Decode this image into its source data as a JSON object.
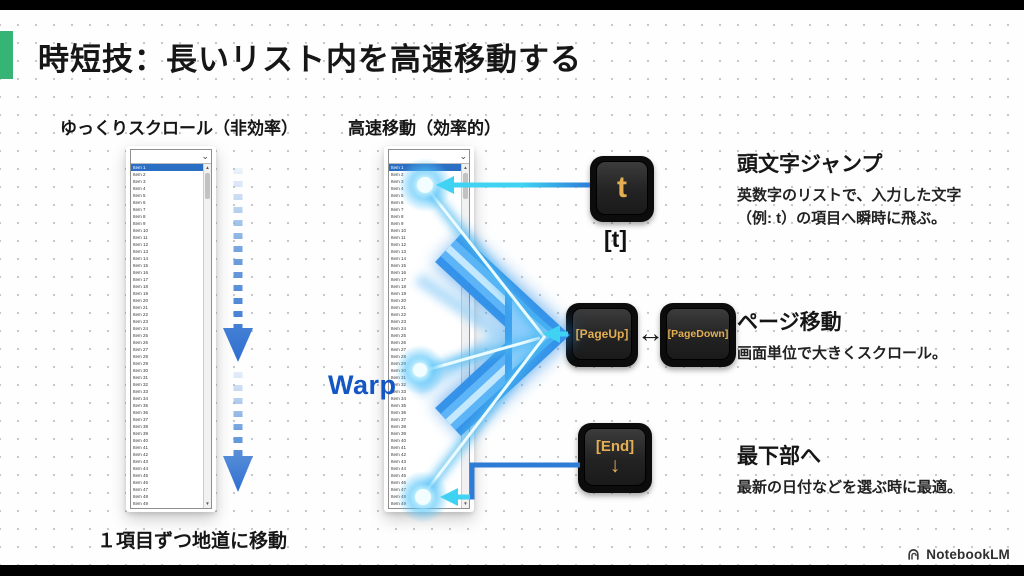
{
  "slide": {
    "title": "時短技：長いリスト内を高速移動する"
  },
  "left_panel": {
    "header": "ゆっくりスクロール（非効率）",
    "caption": "１項目ずつ地道に移動",
    "list": {
      "item_prefix": "Item",
      "count": 50,
      "selected_index": 0
    }
  },
  "right_panel": {
    "header": "高速移動（効率的）",
    "warp_label": "Warp",
    "list": {
      "item_prefix": "Item",
      "count": 50,
      "selected_index": 0
    }
  },
  "keys": {
    "t_cap": "t",
    "t_label_below": "[t]",
    "pageup": "[PageUp]",
    "pagedown": "[PageDown]",
    "between_arrow": "↔",
    "end_cap": "[End]",
    "end_arrow": "↓"
  },
  "tips": [
    {
      "heading": "頭文字ジャンプ",
      "body": "英数字のリストで、入力した文字\n（例: t）の項目へ瞬時に飛ぶ。"
    },
    {
      "heading": "ページ移動",
      "body": "画面単位で大きくスクロール。"
    },
    {
      "heading": "最下部へ",
      "body": "最新の日付などを選ぶ時に最適。"
    }
  ],
  "branding": {
    "logo_text": "NotebookLM"
  },
  "colors": {
    "accent_green": "#35b476",
    "warp_blue": "#1356c4",
    "key_gold": "#e3af52",
    "selection_blue": "#2a6fc4",
    "beam_cyan": "#3fd2f2",
    "connector_blue": "#2e7cd6"
  }
}
